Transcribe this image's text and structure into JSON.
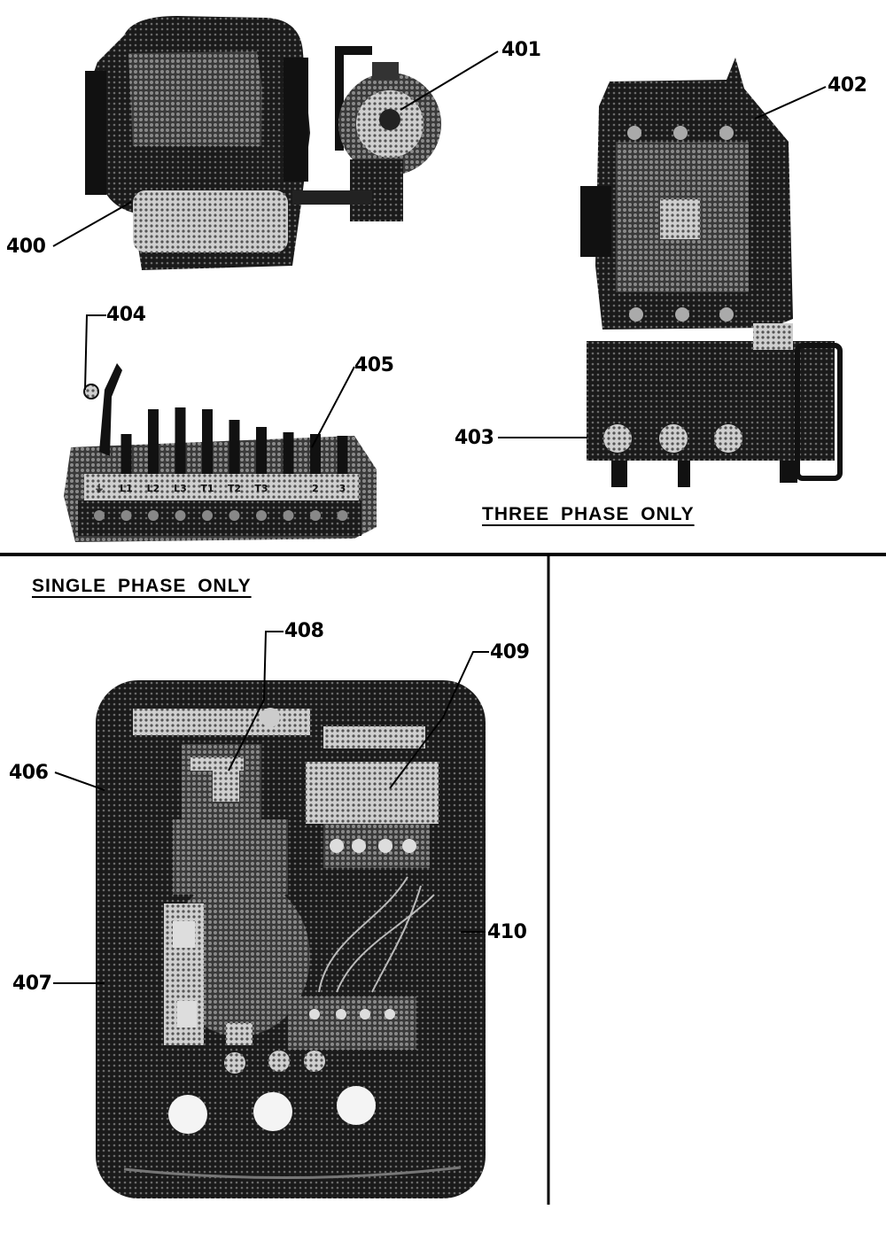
{
  "captions": {
    "three_phase": "THREE PHASE ONLY",
    "single_phase": "SINGLE PHASE ONLY"
  },
  "callouts": {
    "c400": "400",
    "c401": "401",
    "c402": "402",
    "c403": "403",
    "c404": "404",
    "c405": "405",
    "c406": "406",
    "c407": "407",
    "c408": "408",
    "c409": "409",
    "c410": "410"
  },
  "terminal_block": {
    "markings": [
      "⏚",
      "L1",
      "L2",
      "L3",
      "T1",
      "T2",
      "T3",
      "",
      "2",
      "3"
    ]
  },
  "colors": {
    "ink": "#000000",
    "paper": "#ffffff",
    "halftone_dark": "#2a2a2a",
    "halftone_mid": "#6a6a6a",
    "halftone_light": "#b8b8b8"
  }
}
